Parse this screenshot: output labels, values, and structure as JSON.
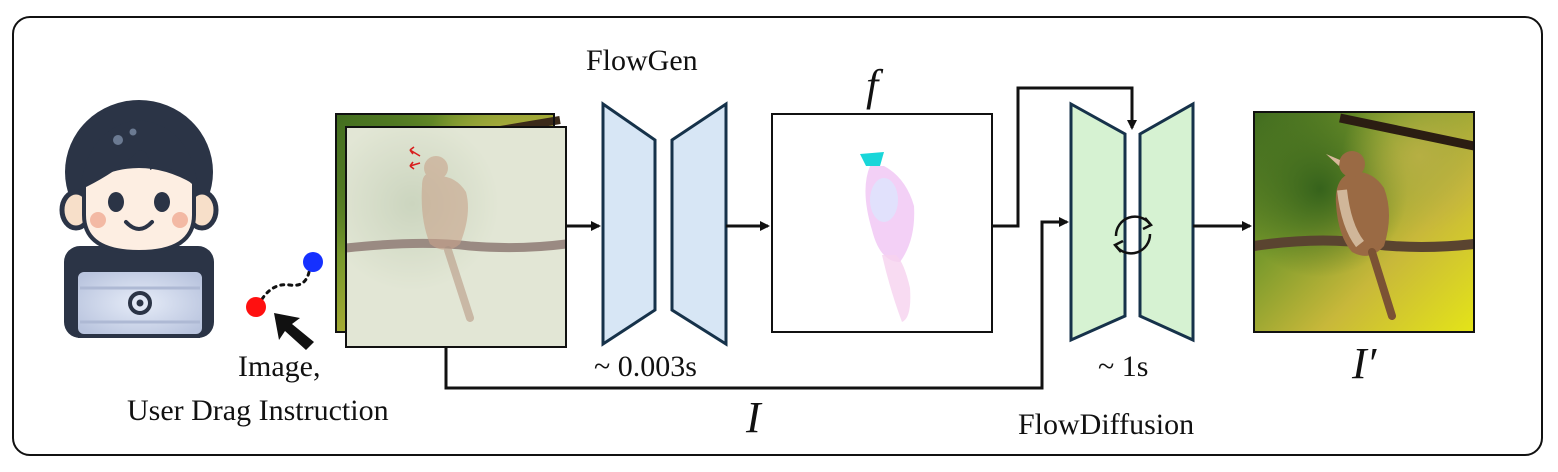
{
  "labels": {
    "flowgen": "FlowGen",
    "flowgen_time": "~ 0.003s",
    "flow_symbol": "f",
    "flowdiffusion": "FlowDiffusion",
    "flowdiffusion_time": "~ 1s",
    "input_image_symbol": "I",
    "output_image_symbol": "I′",
    "input_caption_line1": "Image,",
    "input_caption_line2": "User Drag Instruction"
  },
  "colors": {
    "flowgen_fill": "#d7e6f5",
    "flowdiffusion_fill": "#d6f2d2",
    "block_stroke": "#16324a",
    "drag_start": "#ff1010",
    "drag_end": "#1530ff"
  }
}
